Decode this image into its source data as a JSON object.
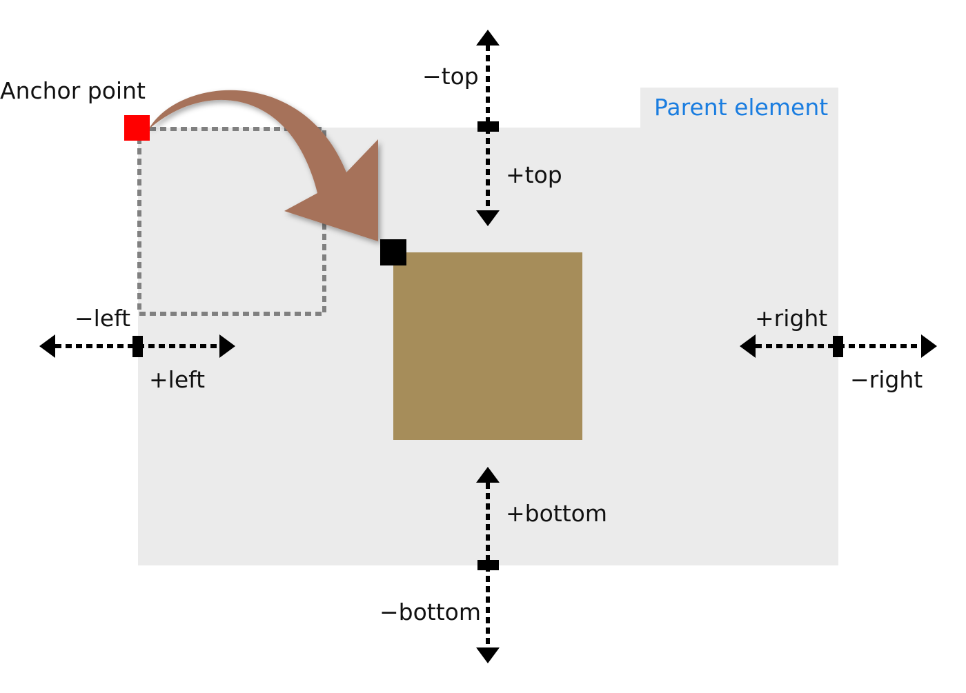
{
  "labels": {
    "anchor_point": "Anchor point",
    "parent_element": "Parent element",
    "minus_top": "−top",
    "plus_top": "+top",
    "minus_left": "−left",
    "plus_left": "+left",
    "plus_right": "+right",
    "minus_right": "−right",
    "plus_bottom": "+bottom",
    "minus_bottom": "−bottom"
  },
  "colors": {
    "parent_fill": "#ebebeb",
    "child_box": "#a68d5a",
    "anchor_marker": "#ff0000",
    "curved_arrow": "#a6725a",
    "parent_label": "#1a7de0",
    "text": "#111111",
    "dotted_outline": "#808080",
    "marker": "#000000"
  }
}
